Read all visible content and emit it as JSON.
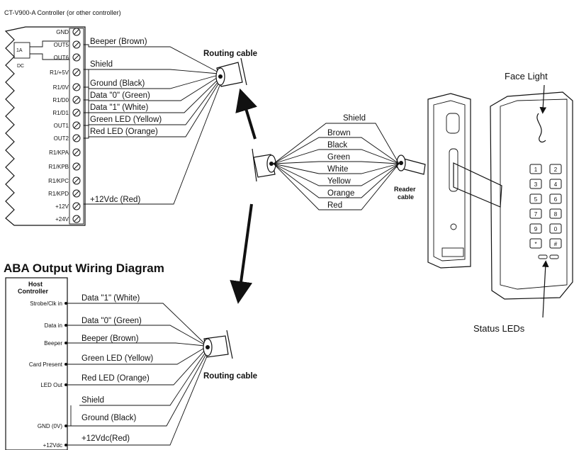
{
  "top_caption": "CT-V900-A Controller (or other controller)",
  "controller_a": {
    "relay_small_label": "1A",
    "relay_type_label": "DC",
    "terminals": [
      "GND",
      "OUT5",
      "OUT6",
      "R1/+5V",
      "R1/0V",
      "R1/D0",
      "R1/D1",
      "OUT1",
      "OUT2",
      "R1/KPA",
      "R1/KPB",
      "R1/KPC",
      "R1/KPD",
      "+12V",
      "+24V"
    ],
    "wire_labels": [
      "Beeper (Brown)",
      "Shield",
      "Ground (Black)",
      "Data \"0\" (Green)",
      "Data \"1\" (White)",
      "Green LED (Yellow)",
      "Red LED (Orange)",
      "+12Vdc (Red)"
    ],
    "routing_label": "Routing cable"
  },
  "middle": {
    "shield_label": "Shield",
    "colors": [
      "Brown",
      "Black",
      "Green",
      "White",
      "Yellow",
      "Orange",
      "Red"
    ],
    "reader_cable_line1": "Reader",
    "reader_cable_line2": "cable"
  },
  "reader": {
    "face_light_label": "Face Light",
    "status_leds_label": "Status LEDs",
    "keys": [
      "1",
      "2",
      "3",
      "4",
      "5",
      "6",
      "7",
      "8",
      "9",
      "0",
      "*",
      "#"
    ]
  },
  "aba": {
    "title": "ABA Output Wiring Diagram",
    "host_line1": "Host",
    "host_line2": "Controller",
    "terminals": [
      "Strobe/Clk in",
      "Data in",
      "Beeper",
      "Card Present",
      "LED Out",
      "GND (0V)",
      "+12Vdc"
    ],
    "wire_labels": [
      "Data \"1\" (White)",
      "Data \"0\" (Green)",
      "Beeper (Brown)",
      "Green LED (Yellow)",
      "Red LED (Orange)",
      "Shield",
      "Ground (Black)",
      "+12Vdc(Red)"
    ],
    "routing_label": "Routing cable"
  }
}
